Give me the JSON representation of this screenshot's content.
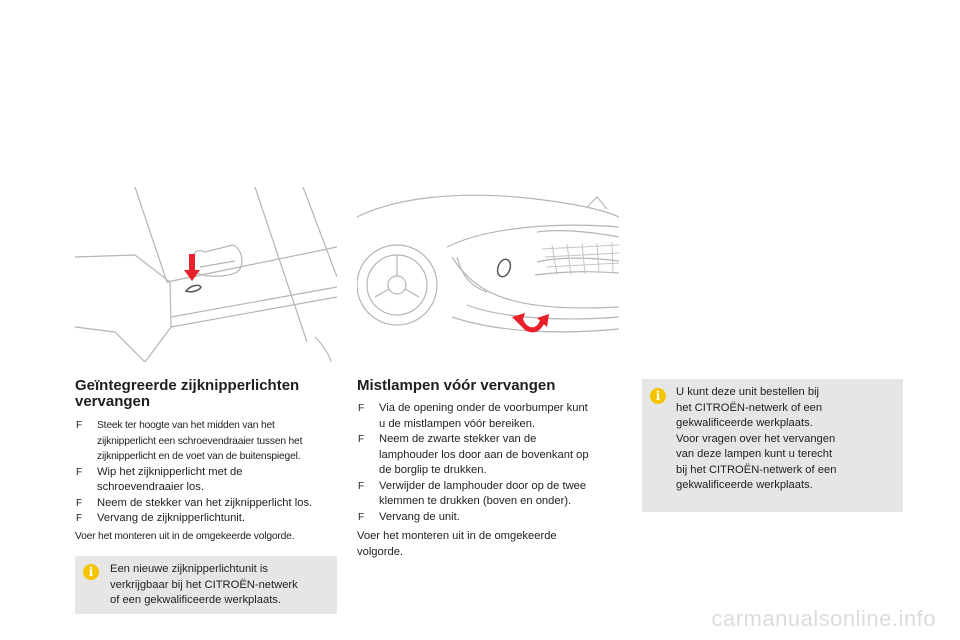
{
  "left_section": {
    "title_line1": "Geïntegreerde zijknipperlichten",
    "title_line2": "vervangen",
    "steps": [
      {
        "bullet": "F",
        "lines": [
          "Steek ter hoogte van het midden van het",
          "zijknipperlicht een schroevendraaier tussen het",
          "zijknipperlicht en de voet van de buitenspiegel."
        ]
      },
      {
        "bullet": "F",
        "lines": [
          "Wip het zijknipperlicht met de",
          "schroevendraaier los."
        ]
      },
      {
        "bullet": "F",
        "lines": [
          "Neem de stekker van het zijknipperlicht los."
        ]
      },
      {
        "bullet": "F",
        "lines": [
          "Vervang de zijknipperlichtunit."
        ]
      }
    ],
    "closing": "Voer het monteren uit in de omgekeerde volgorde.",
    "info_lines": [
      "Een nieuwe zijknipperlichtunit is",
      "verkrijgbaar bij het CITROËN-netwerk",
      "of een gekwalificeerde werkplaats."
    ]
  },
  "middle_section": {
    "title": "Mistlampen vóór vervangen",
    "steps": [
      {
        "bullet": "F",
        "lines": [
          "Via de opening onder de voorbumper kunt",
          "u de mistlampen vóór bereiken."
        ]
      },
      {
        "bullet": "F",
        "lines": [
          "Neem de zwarte stekker van de",
          "lamphouder los door aan de bovenkant op",
          "de borglip te drukken."
        ]
      },
      {
        "bullet": "F",
        "lines": [
          "Verwijder de lamphouder door op de twee",
          "klemmen te drukken (boven en onder)."
        ]
      },
      {
        "bullet": "F",
        "lines": [
          "Vervang de unit."
        ]
      }
    ],
    "closing_lines": [
      "Voer het monteren uit in de omgekeerde",
      "volgorde."
    ]
  },
  "right_section": {
    "info_lines": [
      "U kunt deze unit bestellen bij",
      "het CITROËN-netwerk of een",
      "gekwalificeerde werkplaats.",
      "Voor vragen over het vervangen",
      "van deze lampen kunt u terecht",
      "bij het CITROËN-netwerk of een",
      "gekwalificeerde werkplaats."
    ]
  },
  "info_icon_glyph": "i",
  "watermark": "carmanualsonline.info",
  "colors": {
    "accent_red": "#e8202a",
    "info_yellow": "#f5c400",
    "info_box_bg": "#e6e6e6"
  }
}
